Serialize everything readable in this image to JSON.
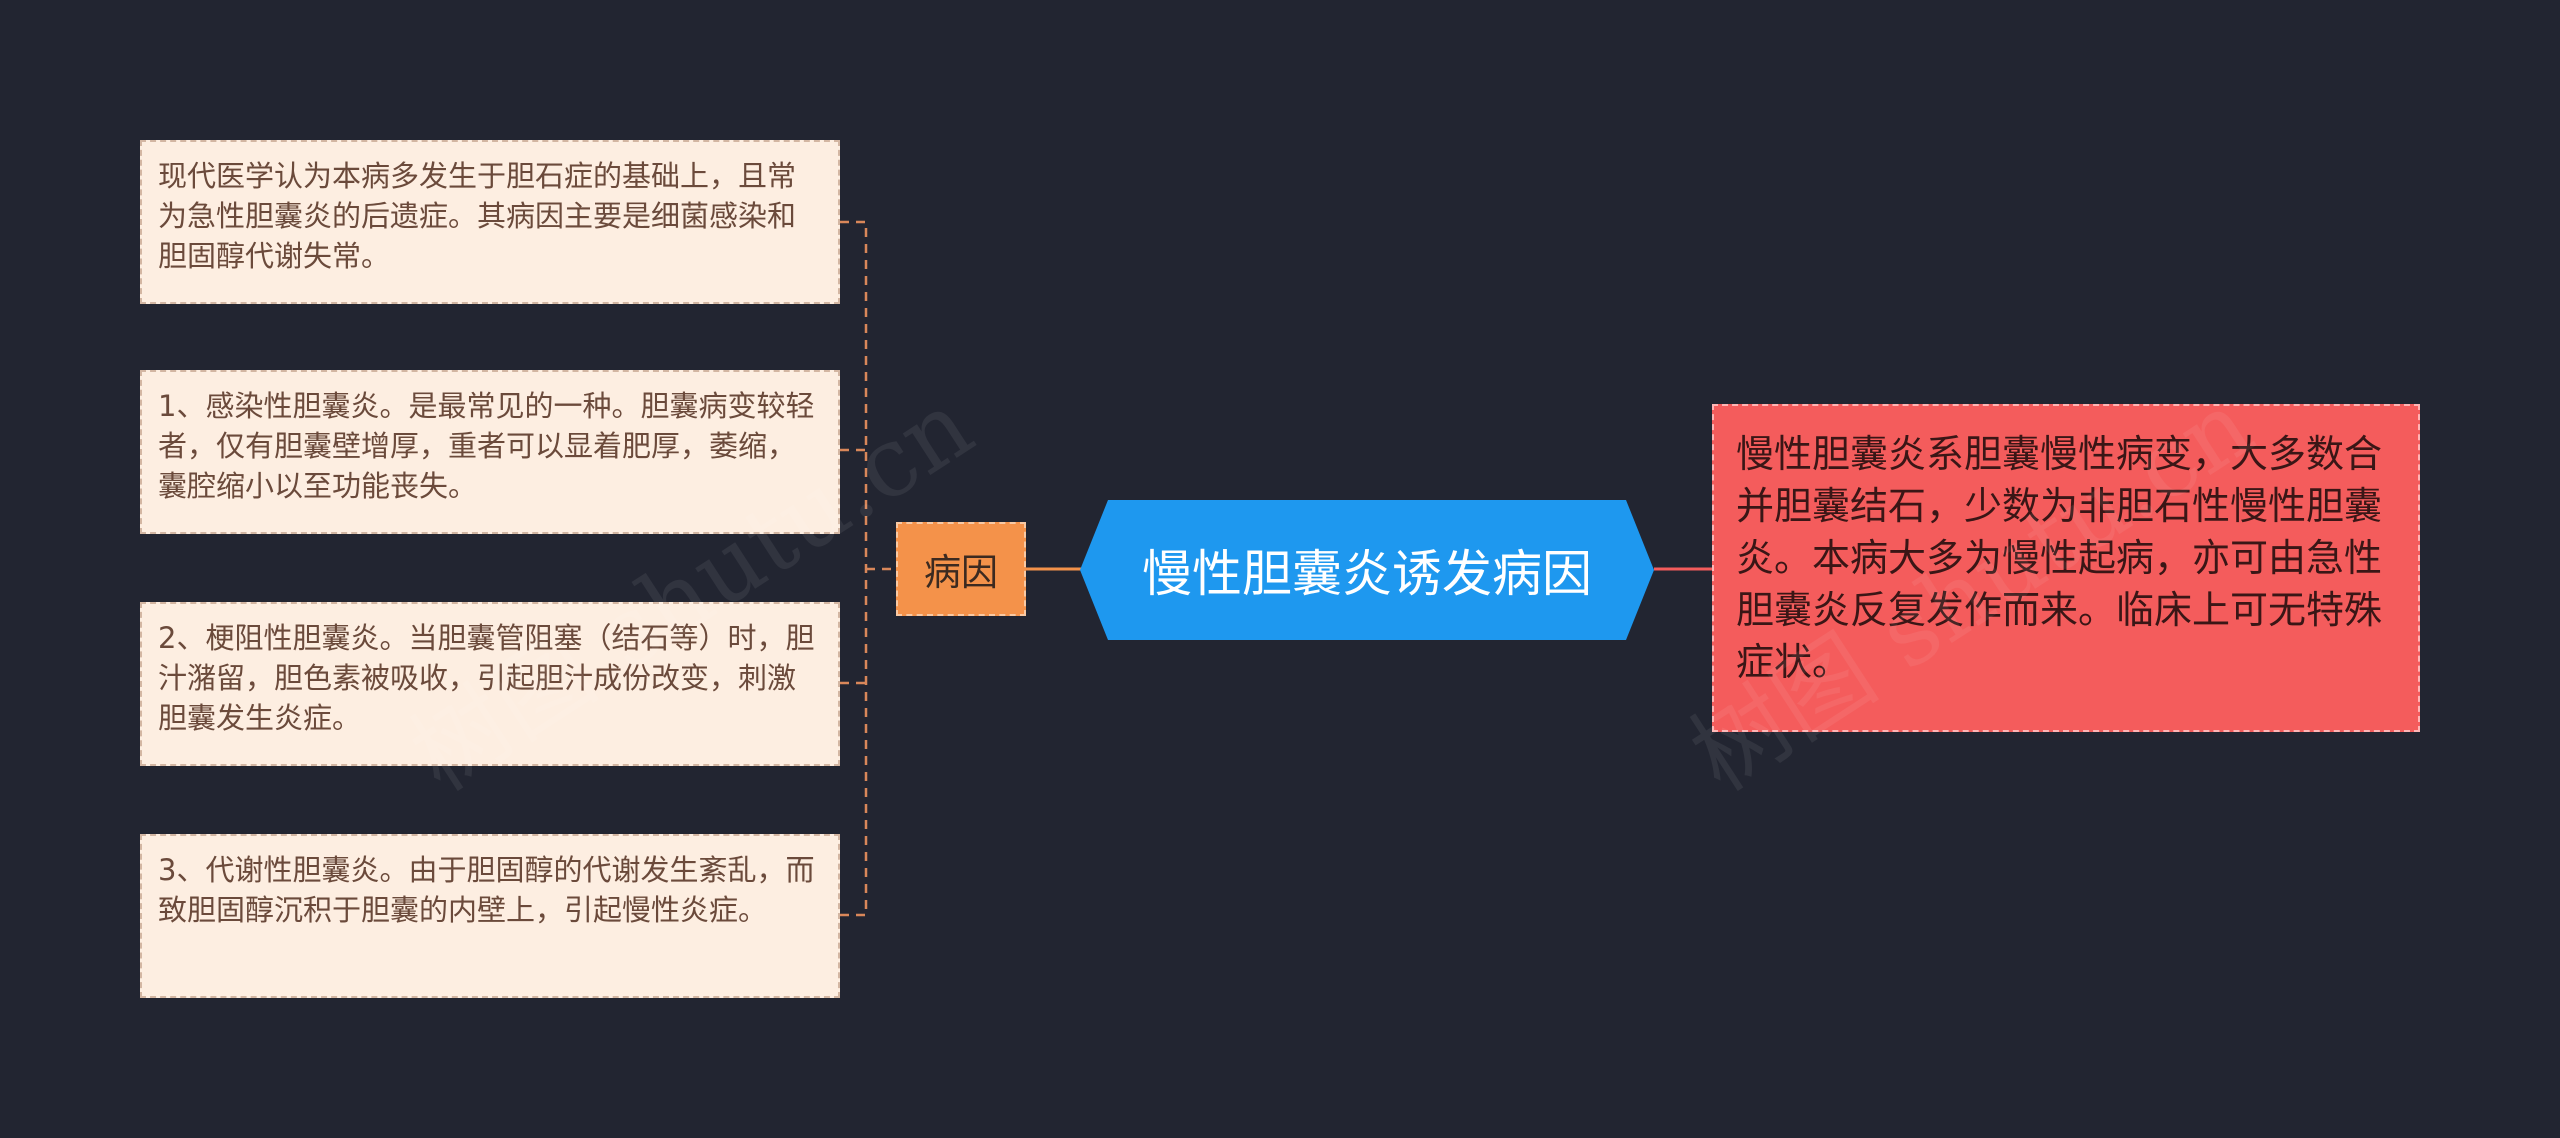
{
  "mindmap": {
    "center": {
      "label": "慢性胆囊炎诱发病因"
    },
    "summary": {
      "text": "慢性胆囊炎系胆囊慢性病变，大多数合并胆囊结石，少数为非胆石性慢性胆囊炎。本病大多为慢性起病，亦可由急性胆囊炎反复发作而来。临床上可无特殊症状。"
    },
    "branch": {
      "label": "病因"
    },
    "leaves": [
      {
        "text": "现代医学认为本病多发生于胆石症的基础上，且常为急性胆囊炎的后遗症。其病因主要是细菌感染和胆固醇代谢失常。"
      },
      {
        "text": "1、感染性胆囊炎。是最常见的一种。胆囊病变较轻者，仅有胆囊壁增厚，重者可以显着肥厚，萎缩，囊腔缩小以至功能丧失。"
      },
      {
        "text": "2、梗阻性胆囊炎。当胆囊管阻塞（结石等）时，胆汁潴留，胆色素被吸收，引起胆汁成份改变，刺激胆囊发生炎症。"
      },
      {
        "text": "3、代谢性胆囊炎。由于胆固醇的代谢发生紊乱，而致胆固醇沉积于胆囊的内壁上，引起慢性炎症。"
      }
    ],
    "watermarks": [
      "树图 shutu.cn",
      "树图 shutu.cn"
    ]
  },
  "colors": {
    "background": "#222531",
    "center": "#1e98ef",
    "summary": "#f45c5c",
    "branch": "#f4924a",
    "leaf": "#fdeee1",
    "leaf_connector": "#d9875a",
    "summary_connector": "#f45c5c"
  }
}
